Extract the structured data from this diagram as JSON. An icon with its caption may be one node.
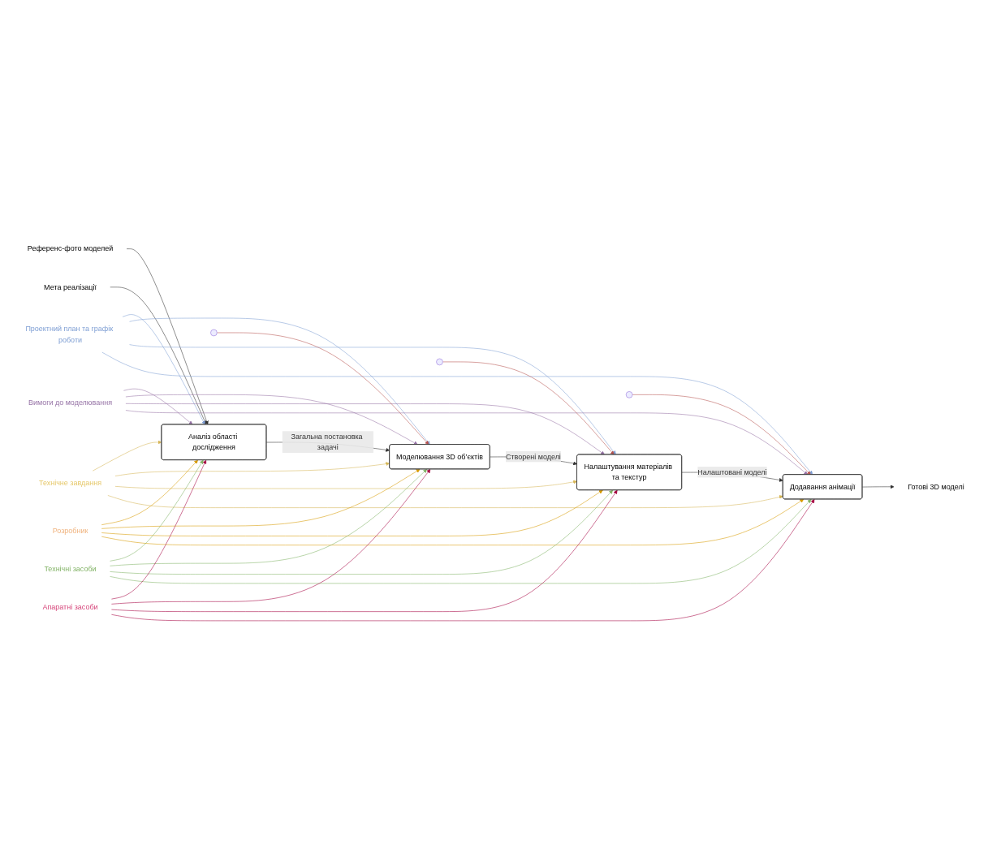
{
  "diagram": {
    "nodes": [
      {
        "text": [
          "Аналіз області дослідження"
        ]
      },
      {
        "text": [
          "Моделювання 3D об’єктів"
        ]
      },
      {
        "text": [
          "Налаштування матеріалів та текстур"
        ]
      },
      {
        "text": [
          "Додавання анімації"
        ]
      },
      {
        "text": [
          "Проектний план та графік роботи"
        ]
      },
      {
        "text": [
          "Вимоги до моделювання"
        ]
      },
      {
        "text": [
          "Технічне завдання"
        ]
      },
      {
        "text": [
          "Референс-фото моделей"
        ]
      },
      {
        "text": [
          "Мета реалізації"
        ]
      },
      {
        "text": [
          "Розробник"
        ]
      },
      {
        "text": [
          "Технічні засоби"
        ]
      },
      {
        "text": [
          "Апаратні засоби"
        ]
      },
      {
        "text": [
          "Готові 3D моделі"
        ]
      }
    ],
    "edges": [
      {
        "from": 0,
        "to": 1,
        "arrow": "to",
        "label": "Загальна постановка задачі"
      },
      {
        "from": 1,
        "to": 2,
        "arrow": "to",
        "label": "Створені моделі"
      },
      {
        "from": 2,
        "to": 3,
        "arrow": "to",
        "label": "Налаштовані моделі"
      },
      {
        "from": 7,
        "to": 0,
        "arrow": "to"
      },
      {
        "from": 8,
        "to": 0,
        "arrow": "to"
      },
      {
        "from": 3,
        "to": 12,
        "arrow": "to"
      },
      {
        "from": 4,
        "to": 0,
        "arrow": "to",
        "color": "#7f9fd4"
      },
      {
        "from": 4,
        "to": 1,
        "arrow": "to",
        "color": "#7f9fd4"
      },
      {
        "from": 4,
        "to": 2,
        "arrow": "to",
        "color": "#7f9fd4"
      },
      {
        "from": 4,
        "to": 3,
        "arrow": "to",
        "color": "#7f9fd4"
      },
      {
        "from": 5,
        "to": 0,
        "arrow": "to",
        "color": "#9673a6"
      },
      {
        "from": 5,
        "to": 1,
        "arrow": "to",
        "color": "#9673a6"
      },
      {
        "from": 5,
        "to": 2,
        "arrow": "to",
        "color": "#9673a6"
      },
      {
        "from": 5,
        "to": 3,
        "arrow": "to",
        "color": "#9673a6"
      },
      {
        "from": 6,
        "to": 0,
        "arrow": "to",
        "color": "#d6b656"
      },
      {
        "from": 6,
        "to": 1,
        "arrow": "to",
        "color": "#d6b656"
      },
      {
        "from": 6,
        "to": 2,
        "arrow": "to",
        "color": "#d6b656"
      },
      {
        "from": 6,
        "to": 3,
        "arrow": "to",
        "color": "#d6b656"
      },
      {
        "from": 9,
        "to": 0,
        "arrow": "to",
        "color": "#d79b00"
      },
      {
        "from": 9,
        "to": 1,
        "arrow": "to",
        "color": "#d79b00"
      },
      {
        "from": 9,
        "to": 2,
        "arrow": "to",
        "color": "#d79b00"
      },
      {
        "from": 9,
        "to": 3,
        "arrow": "to",
        "color": "#d79b00"
      },
      {
        "from": null,
        "to": 1,
        "arrow": "to",
        "color": "#b85450"
      },
      {
        "from": null,
        "to": 2,
        "arrow": "to",
        "color": "#b85450"
      },
      {
        "from": null,
        "to": 3,
        "arrow": "to",
        "color": "#b85450"
      },
      {
        "from": 10,
        "to": 0,
        "arrow": "to",
        "color": "#82b366"
      },
      {
        "from": 10,
        "to": 1,
        "arrow": "to",
        "color": "#82b366"
      },
      {
        "from": 10,
        "to": 2,
        "arrow": "to",
        "color": "#82b366"
      },
      {
        "from": 10,
        "to": 3,
        "arrow": "to",
        "color": "#82b366"
      },
      {
        "from": 11,
        "to": 0,
        "arrow": "to",
        "color": "#a50040"
      },
      {
        "from": 11,
        "to": 1,
        "arrow": "to",
        "color": "#a50040"
      },
      {
        "from": 11,
        "to": 2,
        "arrow": "to",
        "color": "#a50040"
      },
      {
        "from": 11,
        "to": 3,
        "arrow": "to",
        "color": "#a50040"
      }
    ]
  }
}
